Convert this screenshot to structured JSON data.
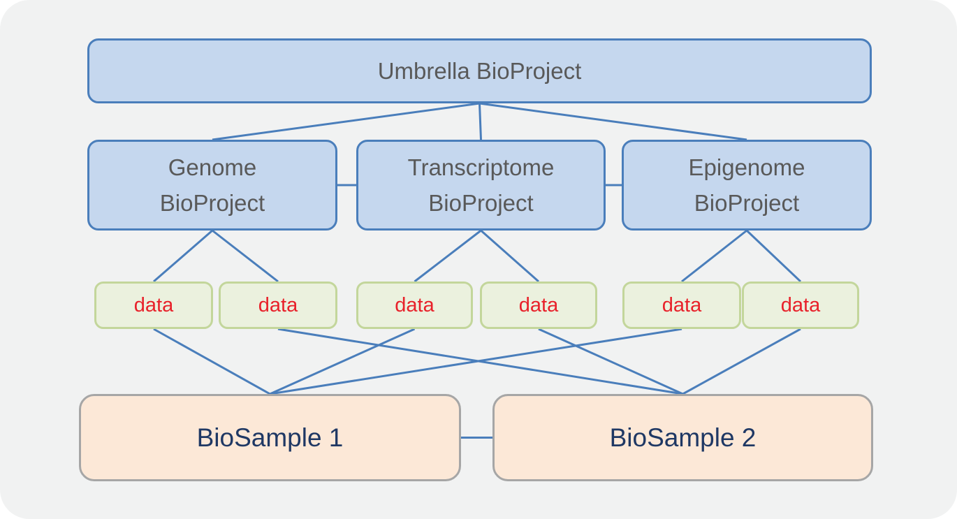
{
  "colors": {
    "panel_bg": "#f1f2f2",
    "connector": "#4a7ebb",
    "project_fill": "#c5d7ee",
    "project_border": "#4a7ebb",
    "project_text": "#595959",
    "data_fill": "#ebf1de",
    "data_border": "#c3d69b",
    "data_text": "#e8212a",
    "sample_fill": "#fce8d7",
    "sample_border": "#a6a6a6",
    "sample_text": "#1f3864"
  },
  "nodes": {
    "umbrella": {
      "label": "Umbrella BioProject",
      "type": "bioproject"
    },
    "genome": {
      "label": "Genome\nBioProject",
      "type": "bioproject"
    },
    "transcriptome": {
      "label": "Transcriptome\nBioProject",
      "type": "bioproject"
    },
    "epigenome": {
      "label": "Epigenome\nBioProject",
      "type": "bioproject"
    },
    "data1": {
      "label": "data",
      "type": "data"
    },
    "data2": {
      "label": "data",
      "type": "data"
    },
    "data3": {
      "label": "data",
      "type": "data"
    },
    "data4": {
      "label": "data",
      "type": "data"
    },
    "data5": {
      "label": "data",
      "type": "data"
    },
    "data6": {
      "label": "data",
      "type": "data"
    },
    "biosample1": {
      "label": "BioSample 1",
      "type": "biosample"
    },
    "biosample2": {
      "label": "BioSample 2",
      "type": "biosample"
    }
  },
  "edges": [
    {
      "from": "umbrella",
      "to": "genome",
      "type": "down"
    },
    {
      "from": "umbrella",
      "to": "transcriptome",
      "type": "down"
    },
    {
      "from": "umbrella",
      "to": "epigenome",
      "type": "down"
    },
    {
      "from": "genome",
      "to": "transcriptome",
      "type": "side"
    },
    {
      "from": "transcriptome",
      "to": "epigenome",
      "type": "side"
    },
    {
      "from": "genome",
      "to": "data1",
      "type": "down"
    },
    {
      "from": "genome",
      "to": "data2",
      "type": "down"
    },
    {
      "from": "transcriptome",
      "to": "data3",
      "type": "down"
    },
    {
      "from": "transcriptome",
      "to": "data4",
      "type": "down"
    },
    {
      "from": "epigenome",
      "to": "data5",
      "type": "down"
    },
    {
      "from": "epigenome",
      "to": "data6",
      "type": "down"
    },
    {
      "from": "data1",
      "to": "biosample1",
      "type": "down"
    },
    {
      "from": "data3",
      "to": "biosample1",
      "type": "down"
    },
    {
      "from": "data5",
      "to": "biosample1",
      "type": "down"
    },
    {
      "from": "data2",
      "to": "biosample2",
      "type": "down"
    },
    {
      "from": "data4",
      "to": "biosample2",
      "type": "down"
    },
    {
      "from": "data6",
      "to": "biosample2",
      "type": "down"
    },
    {
      "from": "biosample1",
      "to": "biosample2",
      "type": "side"
    }
  ]
}
